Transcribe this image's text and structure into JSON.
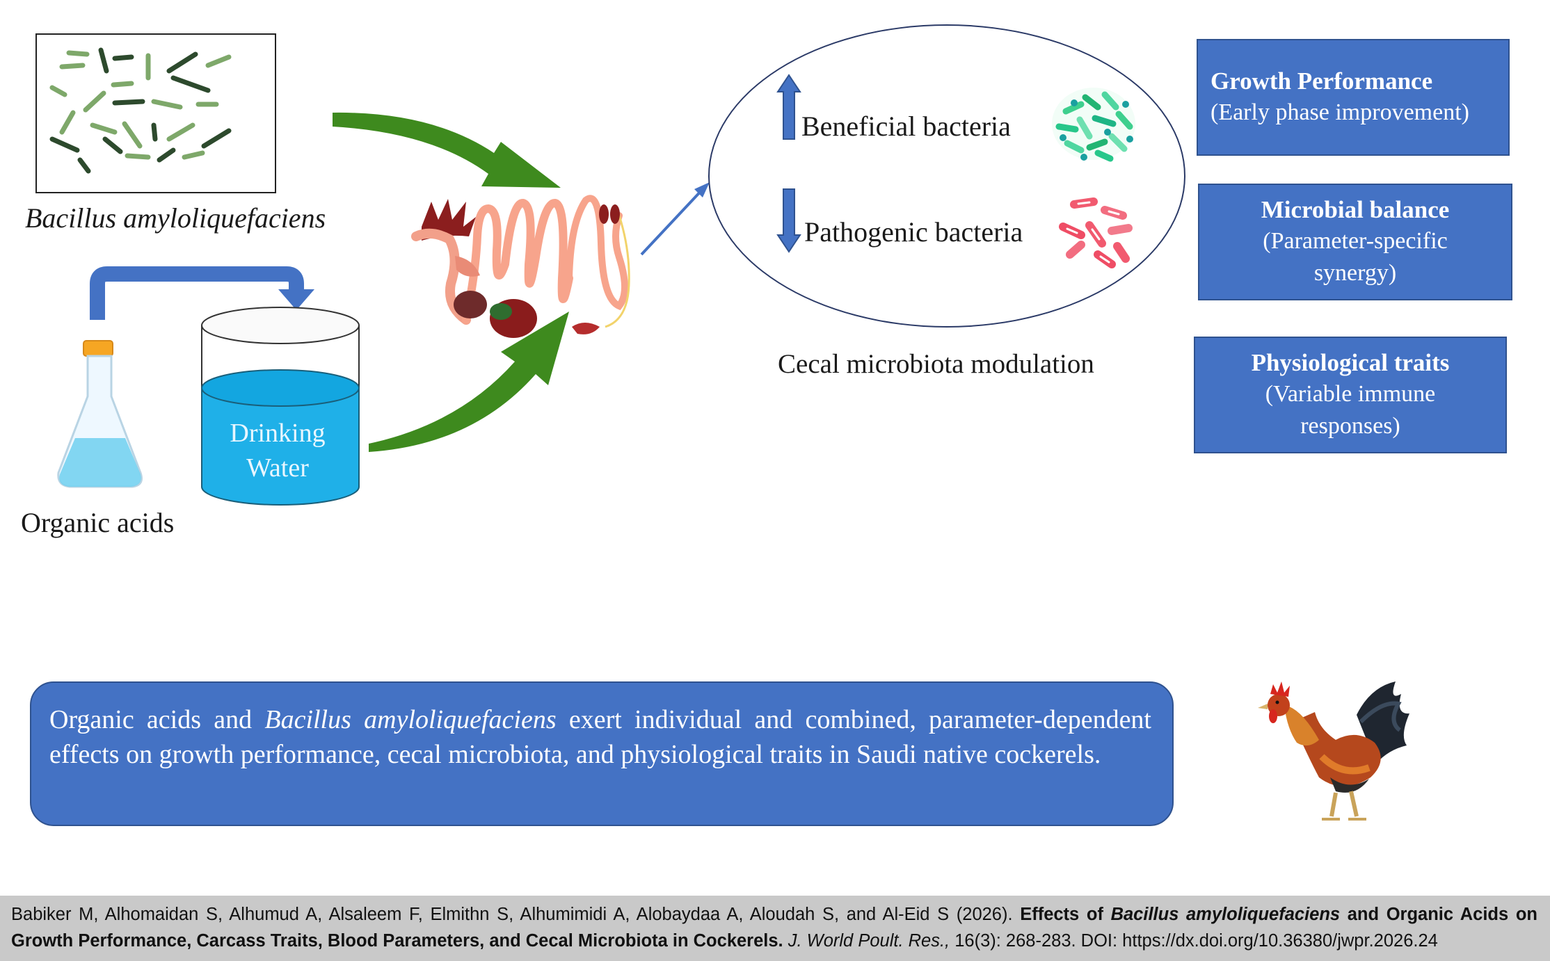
{
  "inputs": {
    "bacteria_label": "Bacillus amyloliquefaciens",
    "acids_label": "Organic acids",
    "water_label_line1": "Drinking",
    "water_label_line2": "Water"
  },
  "cecal": {
    "beneficial_label": "Beneficial bacteria",
    "pathogenic_label": "Pathogenic bacteria",
    "caption": "Cecal microbiota modulation"
  },
  "outcomes": [
    {
      "title": "Growth Performance",
      "subtitle_lines": [
        "(Early phase improvement)"
      ]
    },
    {
      "title": "Microbial balance",
      "subtitle_lines": [
        "(Parameter-specific",
        "synergy)"
      ]
    },
    {
      "title": "Physiological traits",
      "subtitle_lines": [
        "(Variable immune",
        "responses)"
      ]
    }
  ],
  "summary": {
    "part1": "Organic acids and ",
    "italic": "Bacillus amyloliquefaciens",
    "part2": " exert individual and combined, parameter-dependent effects on growth performance, cecal microbiota, and physiological traits in Saudi native cockerels."
  },
  "citation": {
    "authors": "Babiker M, Alhomaidan S, Alhumud A, Alsaleem F, Elmithn S, Alhumimidi A, Alobaydaa A, Aloudah S, and Al-Eid S (2026). ",
    "title_part1": "Effects of ",
    "title_italic": "Bacillus amyloliquefaciens",
    "title_part2": " and Organic Acids on Growth Performance, Carcass Traits, Blood Parameters, and Cecal Microbiota in Cockerels.",
    "journal": " J. World Poult. Res.,",
    "details": " 16(3): 268-283. DOI: https://dx.doi.org/10.36380/jwpr.2026.24"
  },
  "colors": {
    "box_fill": "#4472c4",
    "box_border": "#2f528f",
    "arrow_green": "#3e8a1e",
    "rod_dark": "#2d4a2d",
    "rod_light": "#7ea86a",
    "water": "#1fb0e8",
    "citation_bg": "#c9c9c9"
  }
}
